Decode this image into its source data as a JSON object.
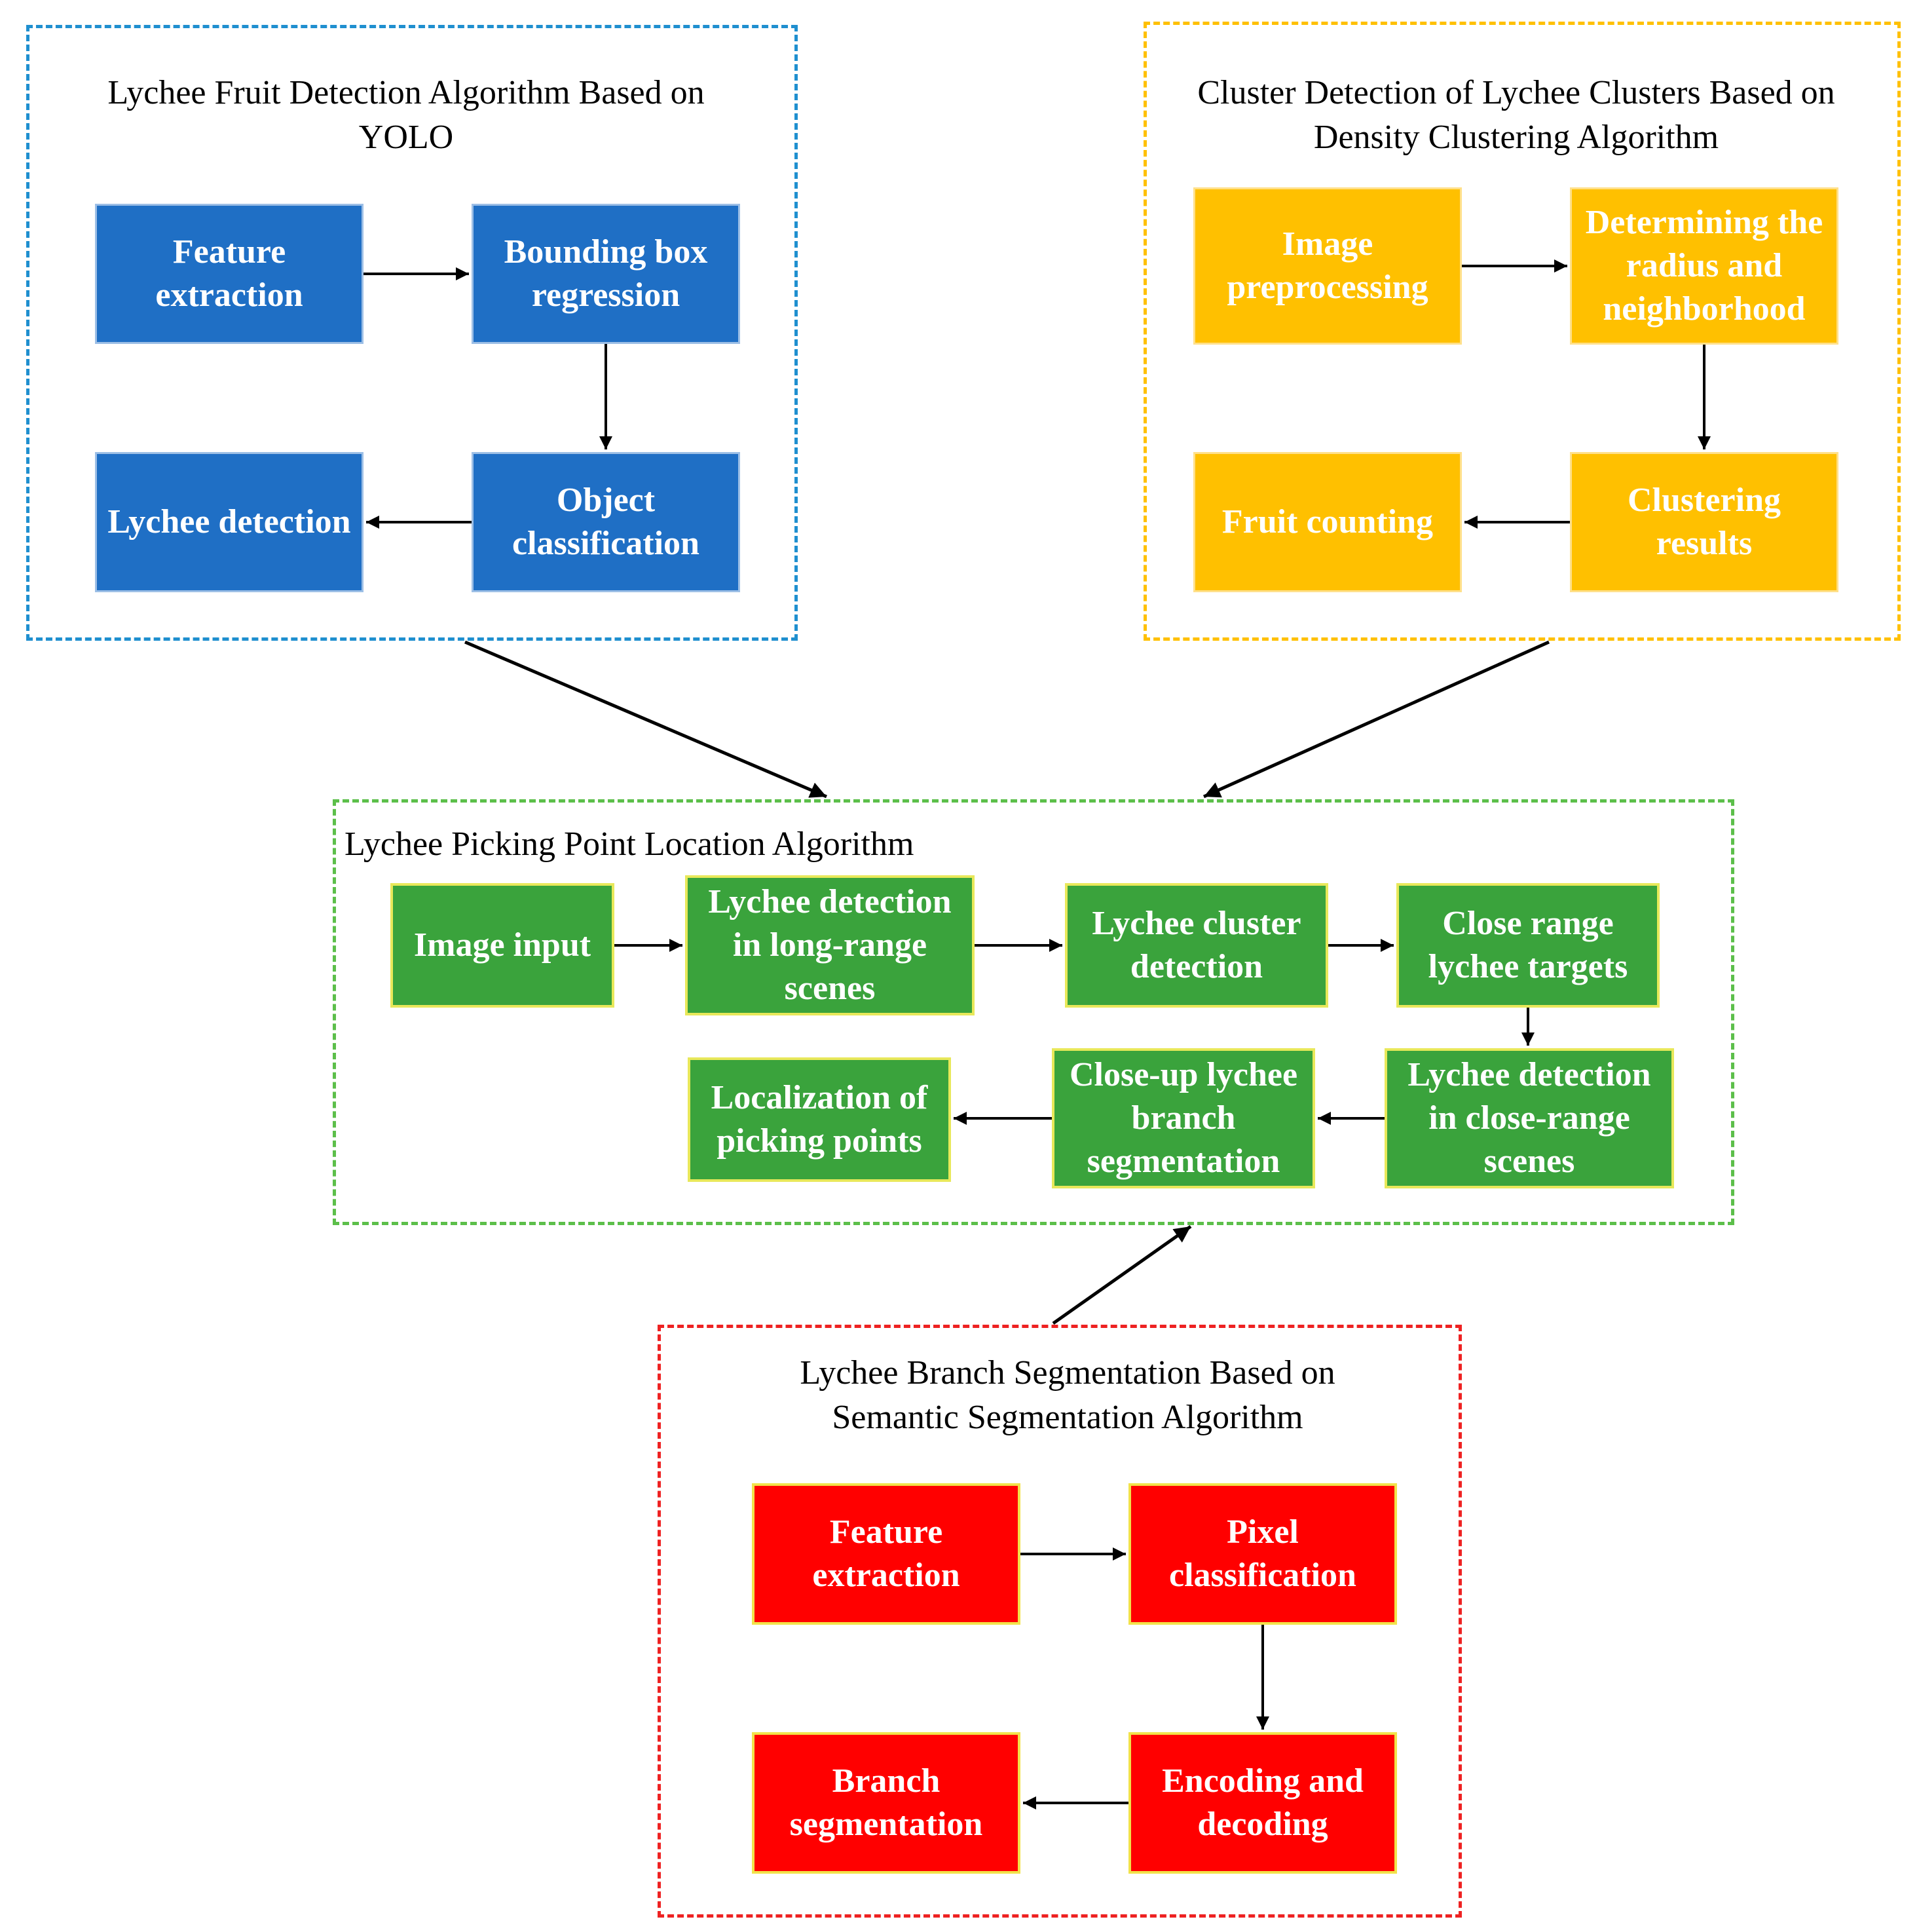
{
  "groups": {
    "yolo": {
      "title": "Lychee Fruit Detection Algorithm Based on YOLO",
      "boxes": [
        "Feature extraction",
        "Bounding box regression",
        "Object classification",
        "Lychee detection"
      ]
    },
    "density": {
      "title": "Cluster Detection of Lychee Clusters Based on Density Clustering Algorithm",
      "boxes": [
        "Image preprocessing",
        "Determining the radius and neighborhood",
        "Clustering results",
        "Fruit counting"
      ]
    },
    "picking": {
      "title": "Lychee Picking Point Location Algorithm",
      "boxes": [
        "Image input",
        "Lychee detection in long-range scenes",
        "Lychee cluster detection",
        "Close range lychee targets",
        "Lychee detection in close-range scenes",
        "Close-up lychee branch segmentation",
        "Localization of picking points"
      ]
    },
    "semantic": {
      "title": "Lychee Branch Segmentation Based on Semantic Segmentation Algorithm",
      "boxes": [
        "Feature extraction",
        "Pixel classification",
        "Encoding and decoding",
        "Branch segmentation"
      ]
    }
  },
  "colors": {
    "blue_box": "#1f6fc5",
    "blue_border": "#1f8fcf",
    "yellow_box": "#ffc000",
    "yellow_border": "#ffc000",
    "green_box": "#3aa33c",
    "green_border": "#5cbf4a",
    "red_box": "#ff0000",
    "red_border": "#ee2222"
  }
}
